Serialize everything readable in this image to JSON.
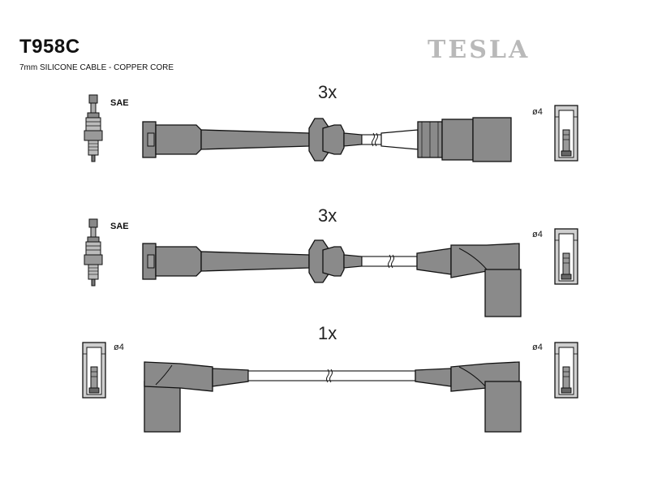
{
  "header": {
    "part_code": "T958C",
    "subtitle": "7mm SILICONE CABLE - COPPER CORE",
    "brand": "TESLA"
  },
  "rows": [
    {
      "quantity": "3x",
      "left_connector_label": "SAE",
      "right_connector_label": "ø4"
    },
    {
      "quantity": "3x",
      "left_connector_label": "SAE",
      "right_connector_label": "ø4"
    },
    {
      "quantity": "1x",
      "left_connector_label": "ø4",
      "right_connector_label": "ø4"
    }
  ],
  "colors": {
    "part_fill": "#8a8a8a",
    "outline": "#1a1a1a",
    "brand": "#b9b9b9"
  }
}
